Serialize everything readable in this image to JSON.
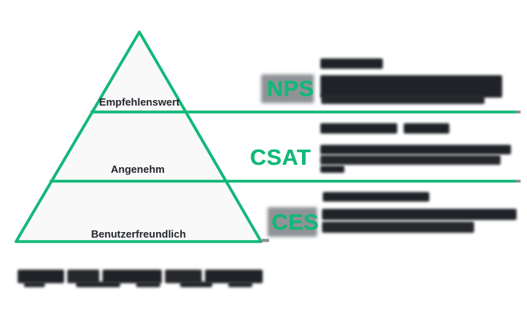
{
  "pyramid": {
    "levels": [
      {
        "id": "top",
        "label": "Empfehlenswert",
        "metric": "NPS"
      },
      {
        "id": "middle",
        "label": "Angenehm",
        "metric": "CSAT"
      },
      {
        "id": "bottom",
        "label": "Benutzerfreundlich",
        "metric": "CES"
      }
    ]
  },
  "metrics": [
    {
      "acronym": "NPS",
      "header_redacted": true,
      "description_redacted": true
    },
    {
      "acronym": "CSAT",
      "header_redacted": true,
      "description_redacted": true
    },
    {
      "acronym": "CES",
      "header_redacted": true,
      "description_redacted": true
    }
  ],
  "caption": {
    "redacted": true
  },
  "colors": {
    "accent_green": "#12b878",
    "label_dark": "#23262b",
    "pyramid_fill": "#f9f9f9",
    "redaction_fill": "#1f2227",
    "line_end_gray": "#8d9094",
    "acronym_backdrop_gray": "#8f9296"
  }
}
